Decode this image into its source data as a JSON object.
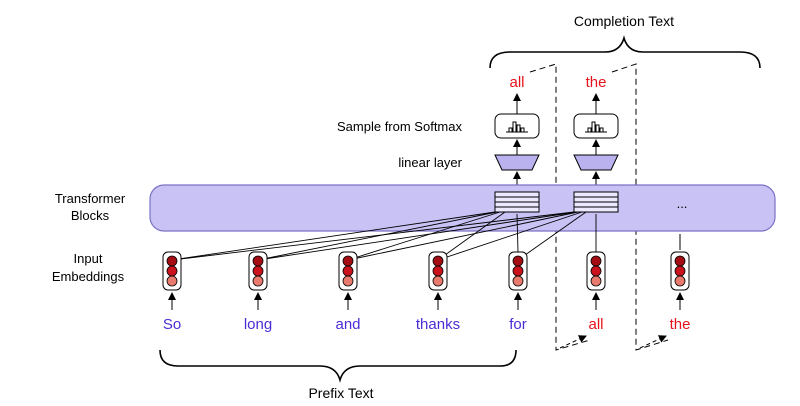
{
  "labels": {
    "completion_text": "Completion Text",
    "prefix_text": "Prefix Text",
    "sample_from_softmax": "Sample from Softmax",
    "linear_layer": "linear layer",
    "transformer_line1": "Transformer",
    "transformer_line2": "Blocks",
    "input_line1": "Input",
    "input_line2": "Embeddings",
    "ellipsis": "..."
  },
  "prefix_tokens": [
    "So",
    "long",
    "and",
    "thanks",
    "for"
  ],
  "completion_tokens": [
    "all",
    "the"
  ],
  "output_tokens": [
    "all",
    "the"
  ],
  "colors": {
    "prefix_token": "#4b2bd6",
    "completion_token": "#e8121b",
    "transformer_fill": "#c8c2f5",
    "transformer_stroke": "#7a72c4",
    "linear_fill": "#b9b2ee",
    "embedding_dark": "#a40d14",
    "embedding_mid": "#c9121b",
    "embedding_light": "#e87a6e"
  }
}
